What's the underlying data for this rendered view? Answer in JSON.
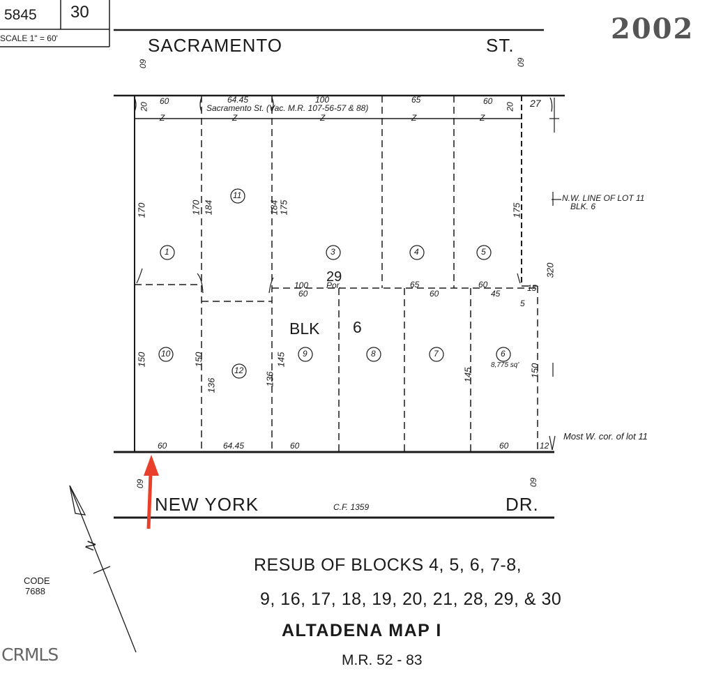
{
  "header": {
    "book": "5845",
    "page": "30",
    "scale": "SCALE 1\" = 60'",
    "year": "2002"
  },
  "streets": {
    "top_name": "SACRAMENTO",
    "top_suffix": "ST.",
    "top_width_left": "60",
    "top_width_right": "60",
    "bottom_name": "NEW YORK",
    "bottom_suffix": "DR.",
    "bottom_width_left": "60",
    "bottom_width_right": "60",
    "bottom_ref": "C.F. 1359"
  },
  "vacated_strip": {
    "label": "Sacramento St. (Vac. M.R. 107-56-57 & 88)",
    "dims": [
      "20",
      "60",
      "64.45",
      "100",
      "65",
      "60",
      "20",
      "27"
    ],
    "z_marks": [
      "Z",
      "Z",
      "Z",
      "Z",
      "Z"
    ]
  },
  "lots": [
    "1",
    "11",
    "3",
    "4",
    "5",
    "10",
    "12",
    "9",
    "8",
    "7",
    "6"
  ],
  "lot6_area": "8,775 sq'",
  "block": {
    "label": "BLK",
    "number": "6",
    "portion_lot": "29",
    "portion_width": "100",
    "portion_label": "Por."
  },
  "dimensions": {
    "upper_left": "170",
    "upper_mid": [
      "170",
      "184",
      "184",
      "175"
    ],
    "upper_right": "175",
    "right_total": "320",
    "mid_line": [
      "60",
      "65",
      "60",
      "60",
      "45",
      "5",
      "15"
    ],
    "lower": [
      "150",
      "150",
      "136",
      "136",
      "145",
      "145",
      "150"
    ],
    "bottom": [
      "60",
      "64.45",
      "60",
      "60",
      "12"
    ]
  },
  "annotations": {
    "nw_line": "N.W. LINE OF LOT 11",
    "nw_line_sub": "BLK. 6",
    "most_w_cor": "Most W. cor. of lot 11"
  },
  "title_block": {
    "line1": "RESUB OF BLOCKS 4, 5, 6, 7-8,",
    "line2": "9, 16, 17, 18, 19, 20, 21, 28, 29, & 30",
    "line3": "ALTADENA MAP I",
    "line4": "M.R. 52 - 83"
  },
  "code": {
    "label": "CODE",
    "value": "7688"
  },
  "watermark": "CRMLS",
  "north_arrow": {
    "letter": "N"
  },
  "colors": {
    "ink": "#1a1a1a",
    "marker": "#e8402a",
    "background": "#ffffff"
  }
}
